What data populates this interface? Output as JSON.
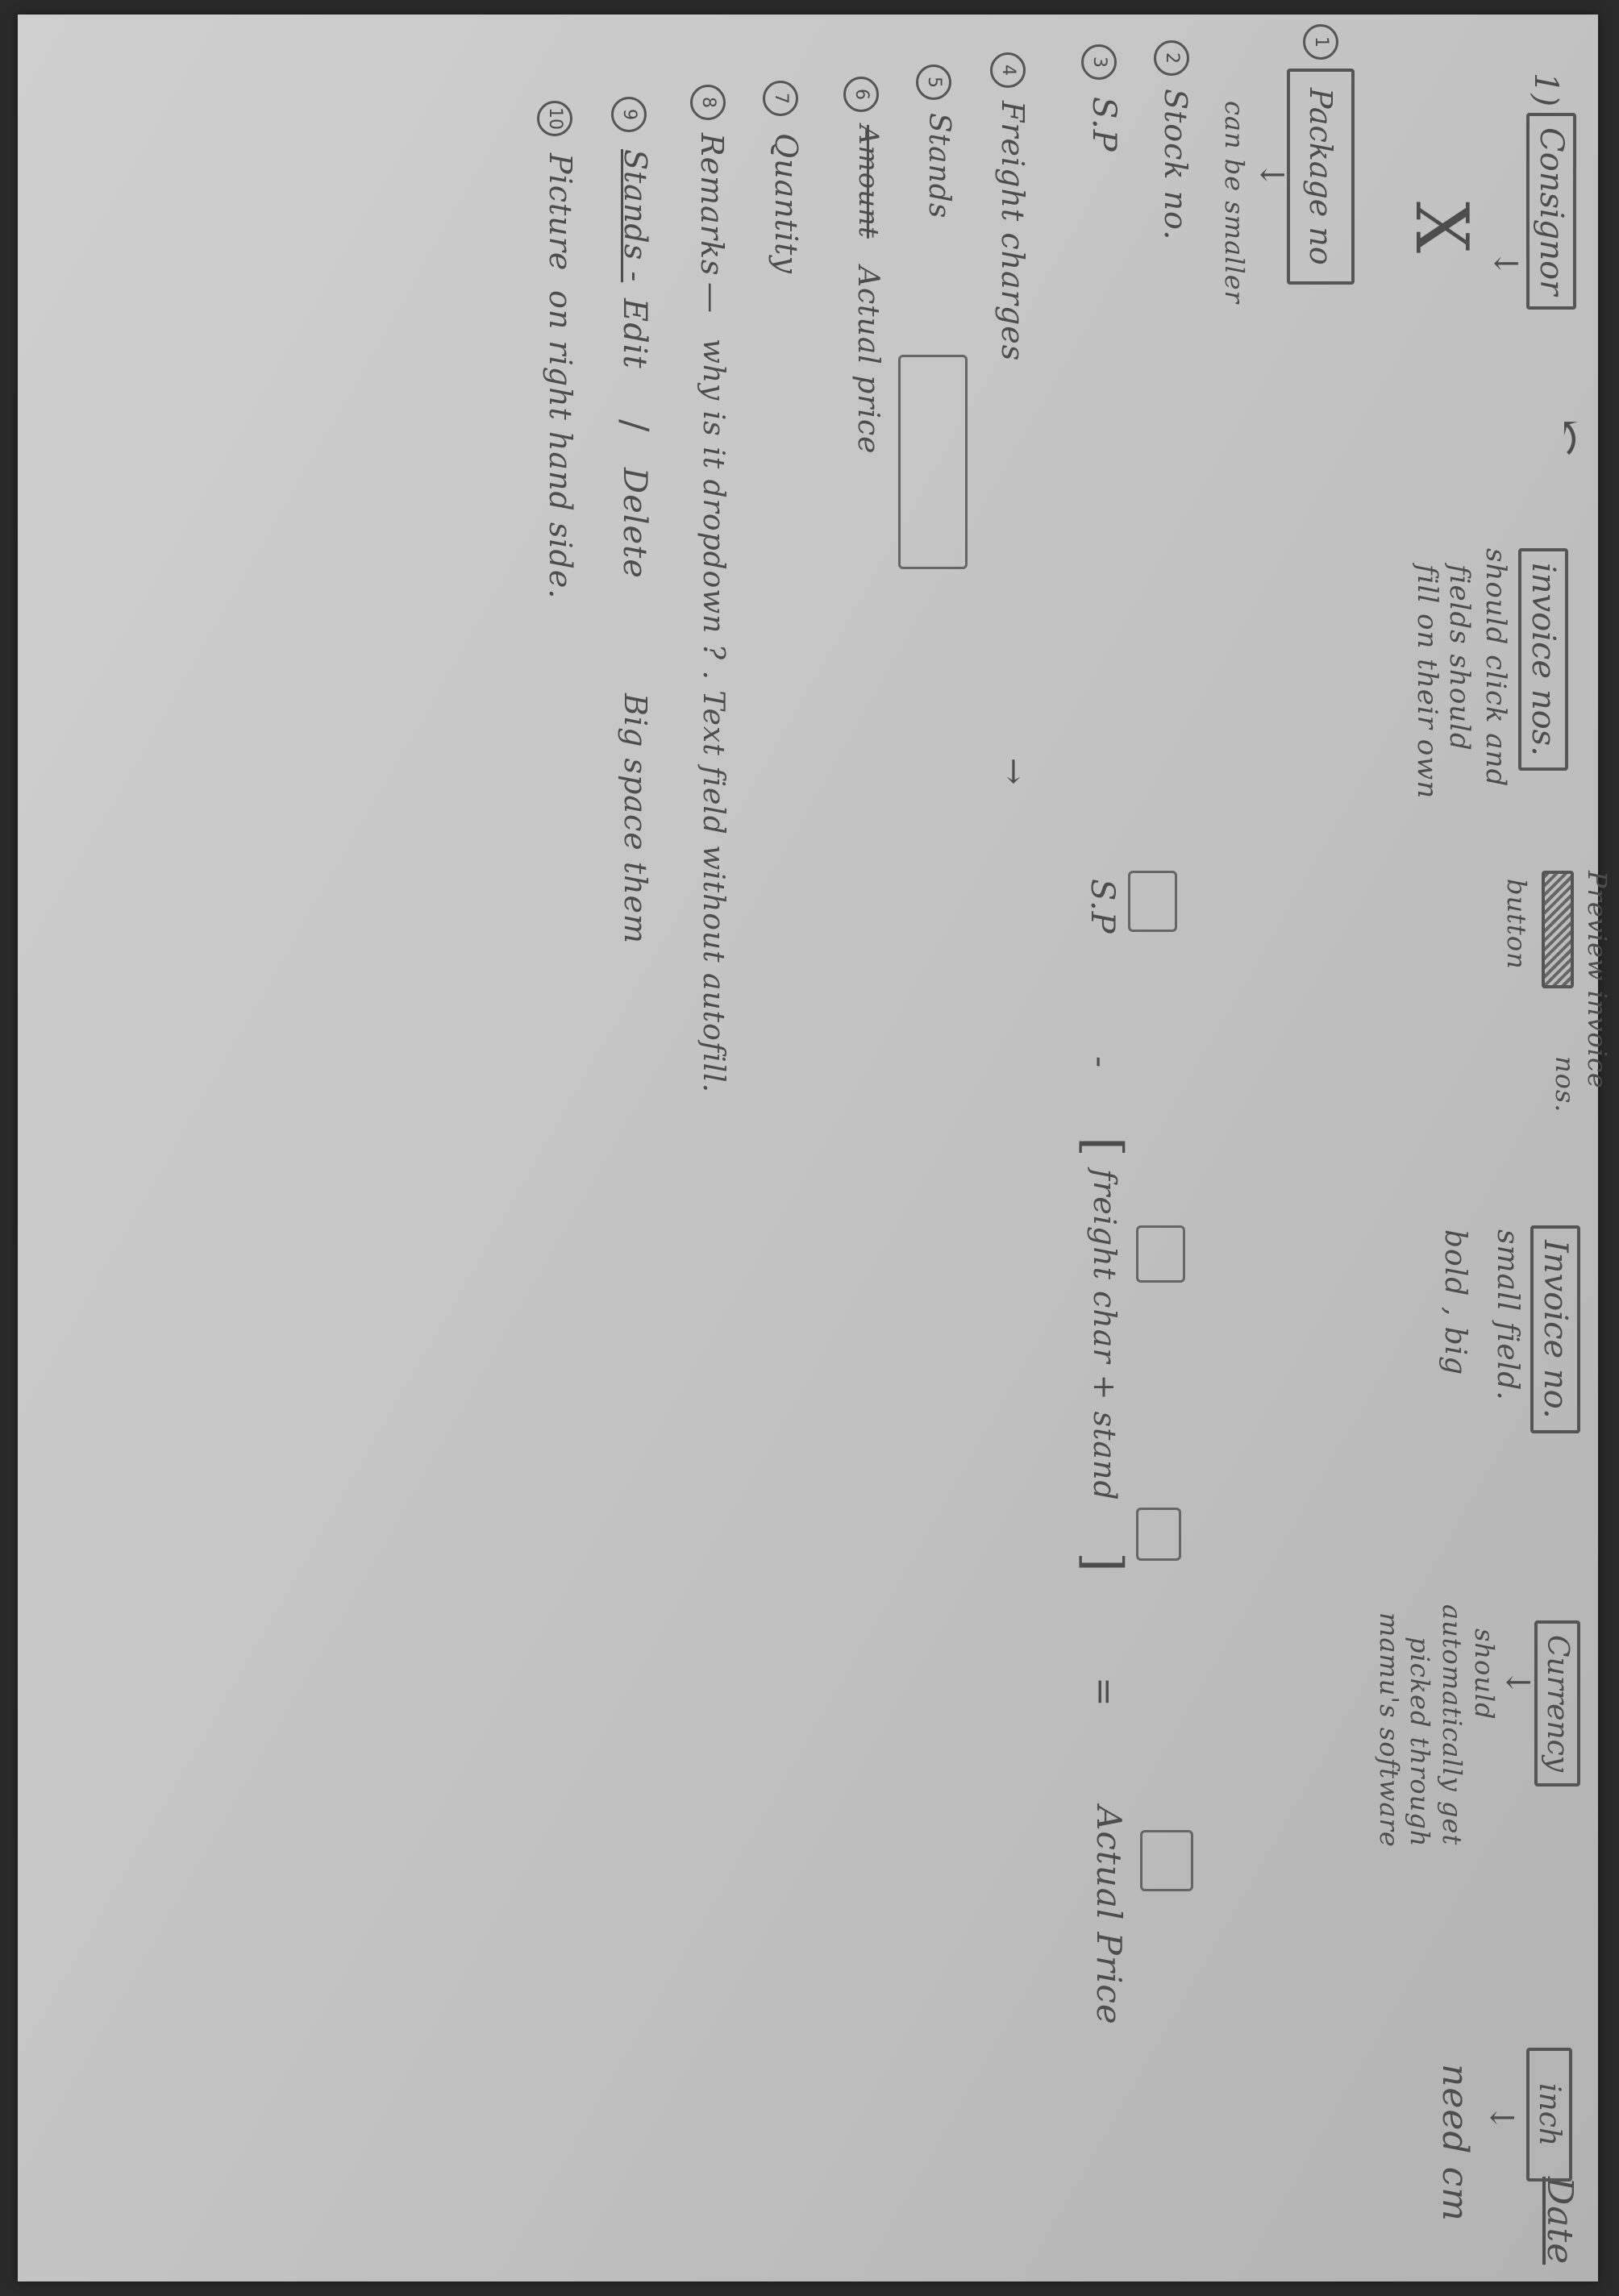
{
  "header": {
    "date_label": "Date"
  },
  "top_row": {
    "item_number": "1)",
    "consignor": "Consignor",
    "consignor_mark": "X",
    "invoice_nos": "invoice nos.",
    "invoice_nos_note_1": "should click and",
    "invoice_nos_note_2": "fields should",
    "invoice_nos_note_3": "fill on their own",
    "preview_note_1": "Preview invoice",
    "preview_note_2": "nos.",
    "button_note": "button",
    "invoice_no": "Invoice no.",
    "invoice_no_note_1": "small field.",
    "invoice_no_note_2": "bold , big",
    "currency": "Currency",
    "currency_note_1": "should",
    "currency_note_2": "automatically get",
    "currency_note_3": "picked through",
    "currency_note_4": "mamu's software",
    "inch": "inch",
    "inch_note": "need cm"
  },
  "items": [
    {
      "num": "1",
      "label": "Package no",
      "note": "can be smaller"
    },
    {
      "num": "2",
      "label": "Stock no."
    },
    {
      "num": "3",
      "label": "S.P"
    },
    {
      "num": "4",
      "label": "Freight charges"
    },
    {
      "num": "5",
      "label": "Stands"
    },
    {
      "num": "6",
      "label": "Actual price",
      "struck": "Amount"
    },
    {
      "num": "7",
      "label": "Quantity"
    },
    {
      "num": "8",
      "label": "Remarks",
      "note": "why is it dropdown ? . Text field without autofill."
    },
    {
      "num": "9",
      "label": "Stands -",
      "note_a": "Edit",
      "note_b": "Delete",
      "note_c": "Big space them"
    },
    {
      "num": "10",
      "label": "Picture",
      "note": "on right hand side."
    }
  ],
  "formula": {
    "sp": "S.P",
    "minus": "-",
    "bracket_content": "freight char + stand",
    "equals": "=",
    "result": "Actual Price",
    "arrow": "→"
  }
}
